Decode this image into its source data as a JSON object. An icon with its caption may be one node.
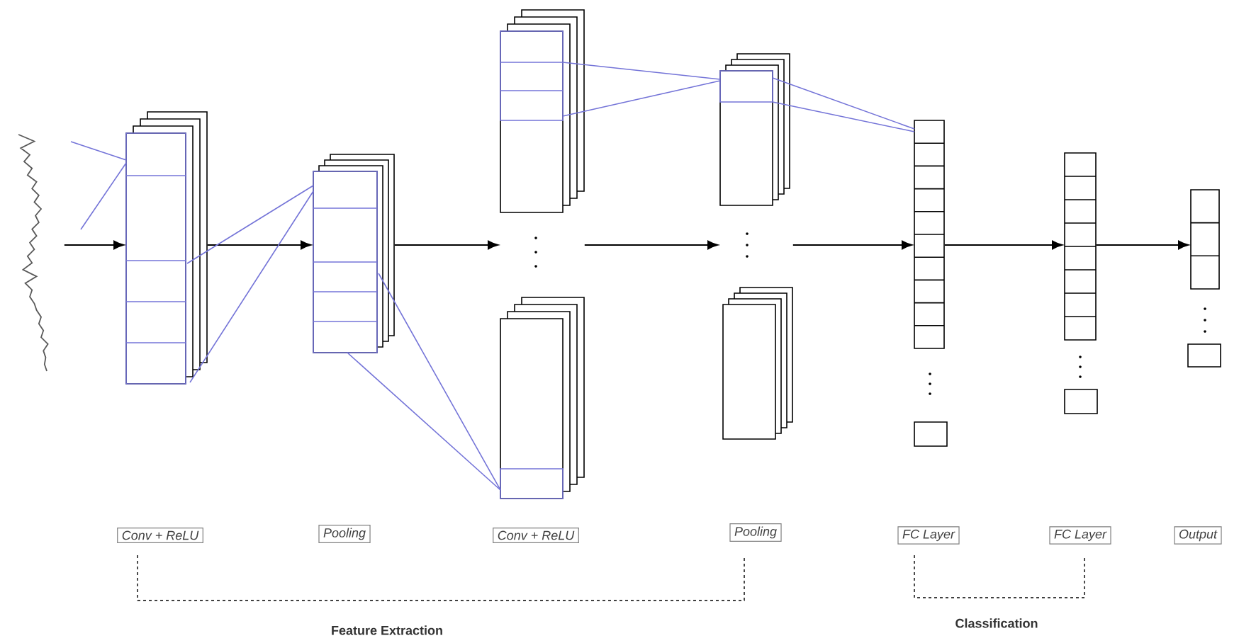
{
  "diagram": {
    "nodes": [
      {
        "text": [],
        "shape": "picture"
      },
      {
        "text": [],
        "shape": "box"
      },
      {
        "text": [],
        "shape": "box"
      },
      {
        "text": [],
        "shape": "box"
      },
      {
        "text": [],
        "shape": "box"
      },
      {
        "text": [],
        "shape": "bar"
      },
      {
        "text": [],
        "shape": "bar"
      },
      {
        "text": [],
        "shape": "bar"
      },
      {
        "text": [
          "Conv + ReLU"
        ]
      },
      {
        "text": [
          "Pooling"
        ]
      },
      {
        "text": [
          "Conv + ReLU"
        ]
      },
      {
        "text": [
          "Pooling"
        ]
      },
      {
        "text": [
          "FC Layer"
        ]
      },
      {
        "text": [
          "FC Layer"
        ]
      },
      {
        "text": [
          "Output"
        ]
      }
    ],
    "edges": [
      {
        "from": 0,
        "to": 1,
        "arrow": "to",
        "color": "#000000"
      },
      {
        "from": 1,
        "to": 2,
        "arrow": "to",
        "color": "#000000"
      },
      {
        "from": 2,
        "to": 3,
        "arrow": "to",
        "color": "#000000"
      },
      {
        "from": 3,
        "to": 4,
        "arrow": "to",
        "color": "#000000"
      },
      {
        "from": 4,
        "to": 5,
        "arrow": "to",
        "color": "#000000"
      },
      {
        "from": 5,
        "to": 6,
        "arrow": "to",
        "color": "#000000"
      },
      {
        "from": 6,
        "to": 7,
        "arrow": "to",
        "color": "#000000"
      },
      {
        "from": 0,
        "to": 1,
        "arrow": "none"
      },
      {
        "from": 0,
        "to": 1,
        "arrow": "none"
      },
      {
        "from": 1,
        "to": 2,
        "arrow": "none"
      },
      {
        "from": 1,
        "to": 2,
        "arrow": "none"
      },
      {
        "from": 2,
        "to": 3,
        "arrow": "none"
      },
      {
        "from": 2,
        "to": 3,
        "arrow": "none"
      },
      {
        "from": 3,
        "to": 4,
        "arrow": "none"
      },
      {
        "from": 3,
        "to": 4,
        "arrow": "none"
      },
      {
        "from": 4,
        "to": 5,
        "arrow": "none"
      },
      {
        "from": 4,
        "to": 5,
        "arrow": "none"
      }
    ],
    "labels": [
      "Feature Extraction",
      "Classification"
    ]
  }
}
